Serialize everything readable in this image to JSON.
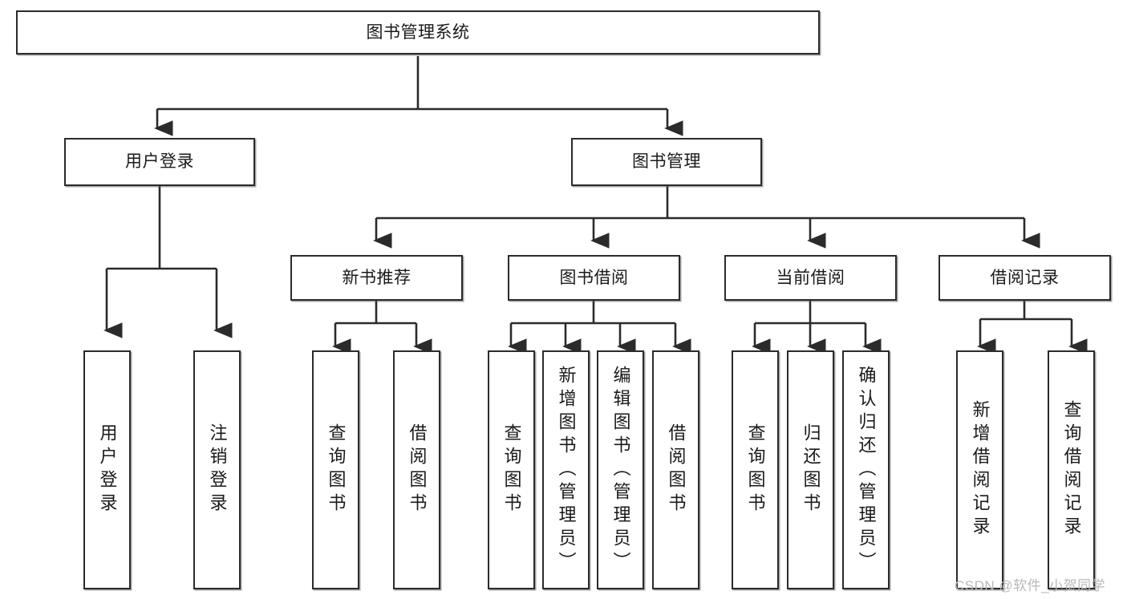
{
  "diagram": {
    "title": "图书管理系统",
    "type": "hierarchy-tree",
    "orientation": "top-down",
    "line_color": "#2b2b2b",
    "box_fill": "#ffffff",
    "text_color": "#1a1a1a",
    "nodes": {
      "root": {
        "label": "图书管理系统"
      },
      "level1": [
        {
          "label": "用户登录"
        },
        {
          "label": "图书管理"
        }
      ],
      "level2": [
        {
          "label": "新书推荐"
        },
        {
          "label": "图书借阅"
        },
        {
          "label": "当前借阅"
        },
        {
          "label": "借阅记录"
        }
      ],
      "leaves": {
        "user_login": [
          {
            "label": "用户登录"
          },
          {
            "label": "注销登录"
          }
        ],
        "new_book_rec": [
          {
            "label": "查询图书"
          },
          {
            "label": "借阅图书"
          }
        ],
        "book_borrow": [
          {
            "label": "查询图书"
          },
          {
            "label": "新增图书（管理员）"
          },
          {
            "label": "编辑图书（管理员）"
          },
          {
            "label": "借阅图书"
          }
        ],
        "current_borrow": [
          {
            "label": "查询图书"
          },
          {
            "label": "归还图书"
          },
          {
            "label": "确认归还（管理员）"
          }
        ],
        "borrow_record": [
          {
            "label": "新增借阅记录"
          },
          {
            "label": "查询借阅记录"
          }
        ]
      }
    }
  },
  "watermark": {
    "text": "CSDN @软件_小贺同学"
  }
}
